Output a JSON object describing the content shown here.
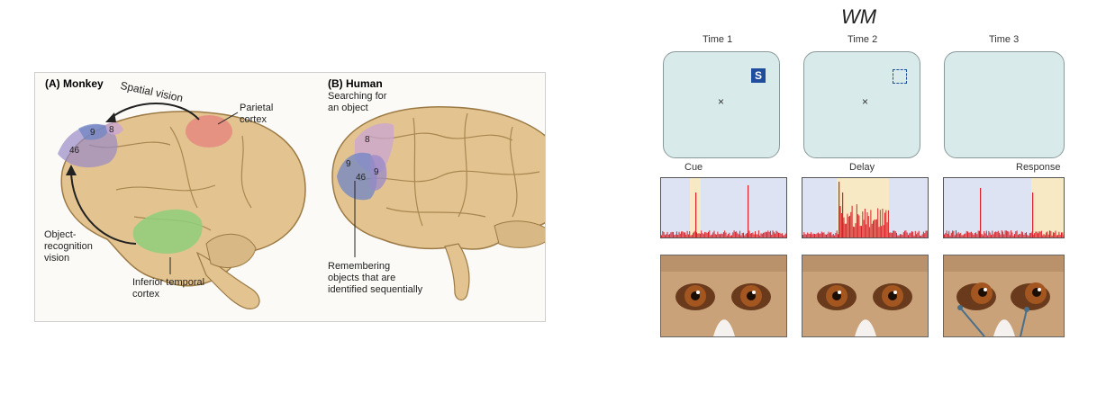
{
  "left_figure": {
    "monkey_title": "(A) Monkey",
    "human_title": "(B) Human",
    "spatial_vision": "Spatial vision",
    "parietal_cortex": "Parietal\ncortex",
    "object_recognition": "Object-\nrecognition\nvision",
    "inferior_temporal": "Inferior temporal\ncortex",
    "searching": "Searching for\nan object",
    "remembering": "Remembering\nobjects that are\nidentified sequentially",
    "monkey_area_9": "9",
    "monkey_area_8": "8",
    "monkey_area_46": "46",
    "human_area_8": "8",
    "human_area_9a": "9",
    "human_area_46": "46",
    "human_area_9b": "9"
  },
  "wm_figure": {
    "title": "WM",
    "time1": "Time 1",
    "time2": "Time 2",
    "time3": "Time 3",
    "cue": "Cue",
    "delay": "Delay",
    "response": "Response",
    "cue_letter": "S",
    "fixation": "×"
  },
  "colors": {
    "brain": "#e3c491",
    "brain_outline": "#9c7a45",
    "parietal": "#e58a80",
    "temporal": "#8fcf7b",
    "pfc_purple": "#9a8ac8",
    "pfc_blue": "#6f86c4",
    "screen": "#d9eaea",
    "cue_blue": "#1f4e9c",
    "raster_bg": "#dde3f2",
    "raster_highlight": "#f6e9c3",
    "spike_red": "#d8232a"
  }
}
